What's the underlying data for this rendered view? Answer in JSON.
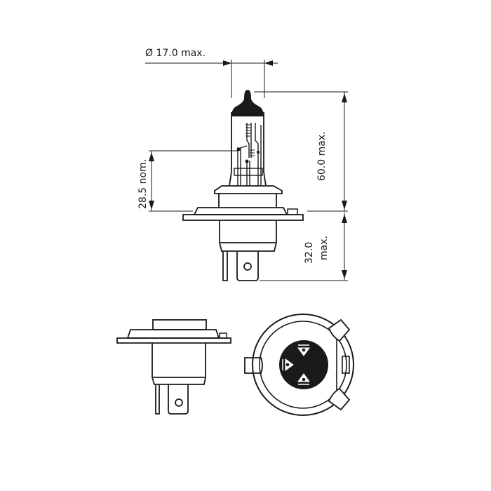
{
  "diagram": {
    "title": "H4 halogen bulb dimensional drawing",
    "dimensions": {
      "diameter": "Ø 17.0 max.",
      "length": "60.0 max.",
      "light_center": "28.5 nom.",
      "base_length_value": "32.0",
      "base_length_suffix": "max."
    },
    "views": [
      "front-elevation",
      "side-elevation",
      "bottom-view"
    ],
    "colors": {
      "line": "#1a1a1a",
      "background": "#ffffff"
    }
  }
}
